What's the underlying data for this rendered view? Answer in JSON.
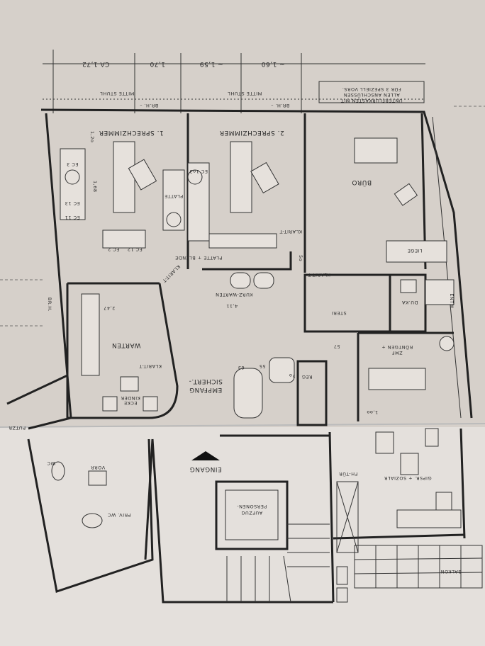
{
  "plan": {
    "colors": {
      "paper_top": "#d6d0ca",
      "paper_bottom": "#e4e0dc",
      "ink": "#222222"
    },
    "dimensions_top": [
      "CA 1,72",
      "1,70",
      "~ 1,59",
      "~ 1,60"
    ],
    "chair_center": [
      "MITTE STUHL",
      "MITTE STUHL"
    ],
    "sill_height": [
      "BR.H. –",
      "BR.H. –",
      "BR.H."
    ],
    "floor_box_note": [
      "UNTERFLURKASTEN MIT",
      "ALLEN ANSCHLÜSSEN",
      "FÜR 3 SPEZIELL VORS."
    ],
    "rooms": {
      "treatment1": "1. SPRECHZIMMER",
      "treatment2": "2. SPRECHZIMMER",
      "office": "BÜRO",
      "couch": "LIEGE",
      "short_wait": "KURZ-WARTEN",
      "waiting": "WARTEN",
      "kids_corner": [
        "KINDER",
        "ECKE"
      ],
      "reception": [
        "SICHERT.-",
        "EMPFANG"
      ],
      "sterilization": "STERI",
      "darkroom": "DU.KA",
      "developing": "ENTW",
      "xray": [
        "RÖNTGEN +",
        "ZMF"
      ],
      "cleaning": "PUTZR",
      "entrance": "EINGANG",
      "elevator": [
        "PERSONEN-",
        "AUFZUG"
      ],
      "anteroom": "VORR",
      "wc": "WC",
      "private_wc": "PRIV. WC",
      "fire_door": "FH-TÜR",
      "plaster_social": "GIPSR. + SOZIALR",
      "balcony": "BALKON"
    },
    "doors": [
      "KLARIT-T",
      "KLARIT-T",
      "KLARIT-T",
      "KLARIT-T"
    ],
    "cabinets": [
      "EC 3",
      "EC 13",
      "EC 11",
      "EC 12",
      "EC 2",
      "PLATTE",
      "EC 1o3",
      "PLATTE + BLENDE"
    ],
    "dims_misc": [
      "1,68",
      "1,2o",
      "4,11",
      "2,47",
      "7o",
      "5o",
      "57",
      "63",
      "55",
      "1,oo",
      "REG"
    ]
  }
}
